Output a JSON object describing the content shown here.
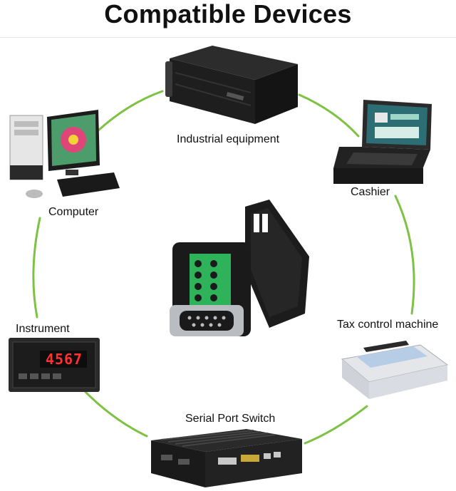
{
  "title": "Compatible Devices",
  "devices": [
    {
      "id": "industrial",
      "label": "Industrial equipment"
    },
    {
      "id": "cashier",
      "label": "Cashier"
    },
    {
      "id": "computer",
      "label": "Computer"
    },
    {
      "id": "tax",
      "label": "Tax control machine"
    },
    {
      "id": "instrument",
      "label": "Instrument"
    },
    {
      "id": "switch",
      "label": "Serial Port Switch"
    }
  ],
  "instrument_display": "4567",
  "colors": {
    "ring": "#7dc242",
    "connector_body": "#1a1a1a",
    "terminal": "#2fb35a",
    "metal": "#b9bcc0"
  }
}
